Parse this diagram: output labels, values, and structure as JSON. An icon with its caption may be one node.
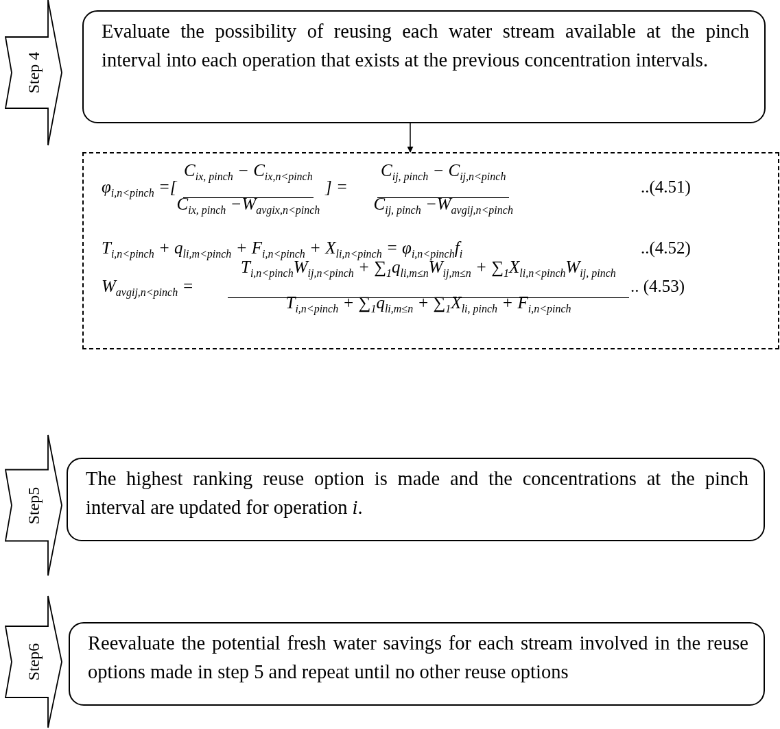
{
  "diagram": {
    "nodes": [
      {
        "text": [
          "Step 4"
        ]
      },
      {
        "text": [
          "Evaluate the possibility of reusing each water stream available at the pinch interval into each operation that exists at the previous concentration intervals."
        ]
      },
      {
        "text": [
          "φ$_{i,n<pinch}$ =[",
          "C$_{ix, pinch}$ − C$_{ix,n<pinch}$",
          "C$_{ix, pinch}$ −W$_{avgix,n<pinch}$",
          "] =",
          "C$_{ij, pinch}$ − C$_{ij,n<pinch}$",
          "C$_{ij, pinch}$ −W$_{avgij,n<pinch}$",
          "..(4.51)",
          "T$_{i,n<pinch}$ + q$_{li,m<pinch}$ + F$_{i,n<pinch}$ + X$_{li,n<pinch}$ = φ$_{i,n<pinch}$f$_{i}$",
          "..(4.52)",
          "W$_{avgij,n<pinch}$ =",
          "T$_{i,n<pinch}$W$_{ij,n<pinch}$ + ∑$_{1}$q$_{li,m≤n}$W$_{ij,m≤n}$ + ∑$_{1}$X$_{li,n<pinch}$W$_{ij, pinch}$",
          "T$_{i,n<pinch}$ + ∑$_{1}$q$_{li,m≤n}$ + ∑$_{1}$X$_{li, pinch}$ + F$_{i,n<pinch}$",
          ".. (4.53)"
        ]
      },
      {
        "text": [
          "Step5"
        ]
      },
      {
        "text": [
          "The highest ranking reuse option is made and the concentrations at the pinch interval are updated for operation *i*."
        ]
      },
      {
        "text": [
          "Step6"
        ]
      },
      {
        "text": [
          "Reevaluate the potential fresh water savings for each stream involved in the reuse options made in step 5 and repeat until no other reuse options"
        ]
      }
    ],
    "edges": [
      {
        "from": 1,
        "to": 2,
        "arrow": "to"
      }
    ]
  }
}
